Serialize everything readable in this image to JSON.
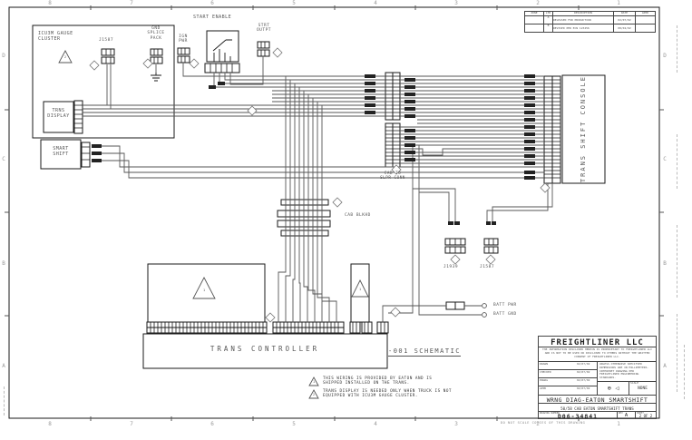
{
  "drawing": {
    "zones_top": [
      "8",
      "7",
      "6",
      "5",
      "4",
      "3",
      "2",
      "1"
    ],
    "zones_bottom": [
      "8",
      "7",
      "6",
      "5",
      "4",
      "3",
      "2",
      "1"
    ],
    "zones_left": [
      "D",
      "C",
      "B",
      "A"
    ],
    "zones_right": [
      "D",
      "C",
      "B",
      "A"
    ],
    "do_not_scale": "DO NOT SCALE COPIES OF THIS DRAWING"
  },
  "components": {
    "cluster": {
      "label": "ICU3M GAUGE\nCLUSTER",
      "flag": "2"
    },
    "j1587_bus": {
      "label": "J1587"
    },
    "gnd_splice": {
      "label": "GND\nSPLICE\nPACK"
    },
    "ign_pwr": {
      "label": "IGN\nPWR"
    },
    "trns_display": {
      "label": "TRNS\nDISPLAY"
    },
    "smart_shift": {
      "label": "SMART\nSHIFT"
    },
    "start_enable": {
      "label": "START ENABLE"
    },
    "strt_outpt": {
      "label": "STRT\nOUTPT"
    },
    "console": {
      "label": "TRANS SHIFT CONSOLE"
    },
    "cab_slpr": {
      "label": "CAB TO\nSLPR CONN"
    },
    "cab_blkhd": {
      "label": "CAB BLKHD"
    },
    "j1939": {
      "label": "J1939"
    },
    "j1587": {
      "label": "J1587"
    },
    "controller": {
      "label": "TRANS CONTROLLER",
      "flag_big": "1",
      "flag_small": "1"
    },
    "schematic": {
      "label": "-001 SCHEMATIC"
    },
    "batt_pwr": {
      "label": "BATT PWR"
    },
    "batt_gnd": {
      "label": "BATT GND"
    }
  },
  "notes": [
    {
      "flag": "1",
      "text": "THIS WIRING IS PROVIDED BY EATON AND IS\nSHIPPED INSTALLED ON THE TRANS."
    },
    {
      "flag": "2",
      "text": "TRANS DISPLAY IS NEEDED ONLY WHEN TRUCK IS NOT\nEQUIPPED WITH ICU3M GAUGE CLUSTER."
    }
  ],
  "revision_table": {
    "headers": [
      "ZONE",
      "LTR",
      "DESCRIPTION",
      "DATE",
      "APPD"
    ],
    "rows": [
      [
        "",
        "A",
        "RELEASED FOR PRODUCTION",
        "02/07/02",
        ""
      ],
      [
        "",
        "B",
        "REVISED PER ECN 123456",
        "08/02/02",
        ""
      ]
    ]
  },
  "title_block": {
    "company": "FREIGHTLINER LLC",
    "proprietary": "THE INFORMATION DISCLOSED HEREIN IS PROPRIETARY TO FREIGHTLINER LLC AND IS NOT TO BE USED OR DISCLOSED TO OTHERS WITHOUT THE WRITTEN CONSENT OF FREIGHTLINER LLC.",
    "approvals": [
      [
        "DRAWN",
        "02/07/02"
      ],
      [
        "CHECKED",
        "02/07/02"
      ],
      [
        "ENGRG",
        "02/07/02"
      ],
      [
        "APPD",
        "02/07/02"
      ]
    ],
    "tolerance_note": "UNLESS OTHERWISE SPECIFIED DIMENSIONS ARE IN MILLIMETERS. INTERPRET DRAWING PER FREIGHTLINER ENGINEERING STANDARDS.",
    "projection_glyphs": "⊕ ◁",
    "scale_label": "SCALE",
    "scale_value": "NONE",
    "title_line1": "WRNG DIAG-EATON SMARTSHIFT",
    "title_line2": "50/58 CAB EATON SMARTSHIFT TRANS",
    "number_label": "DRAWING NUMBER",
    "number": "D06-34841",
    "rev_label": "REV",
    "rev": "A",
    "sheet_label": "SHEET",
    "sheet": "2 OF 2"
  }
}
